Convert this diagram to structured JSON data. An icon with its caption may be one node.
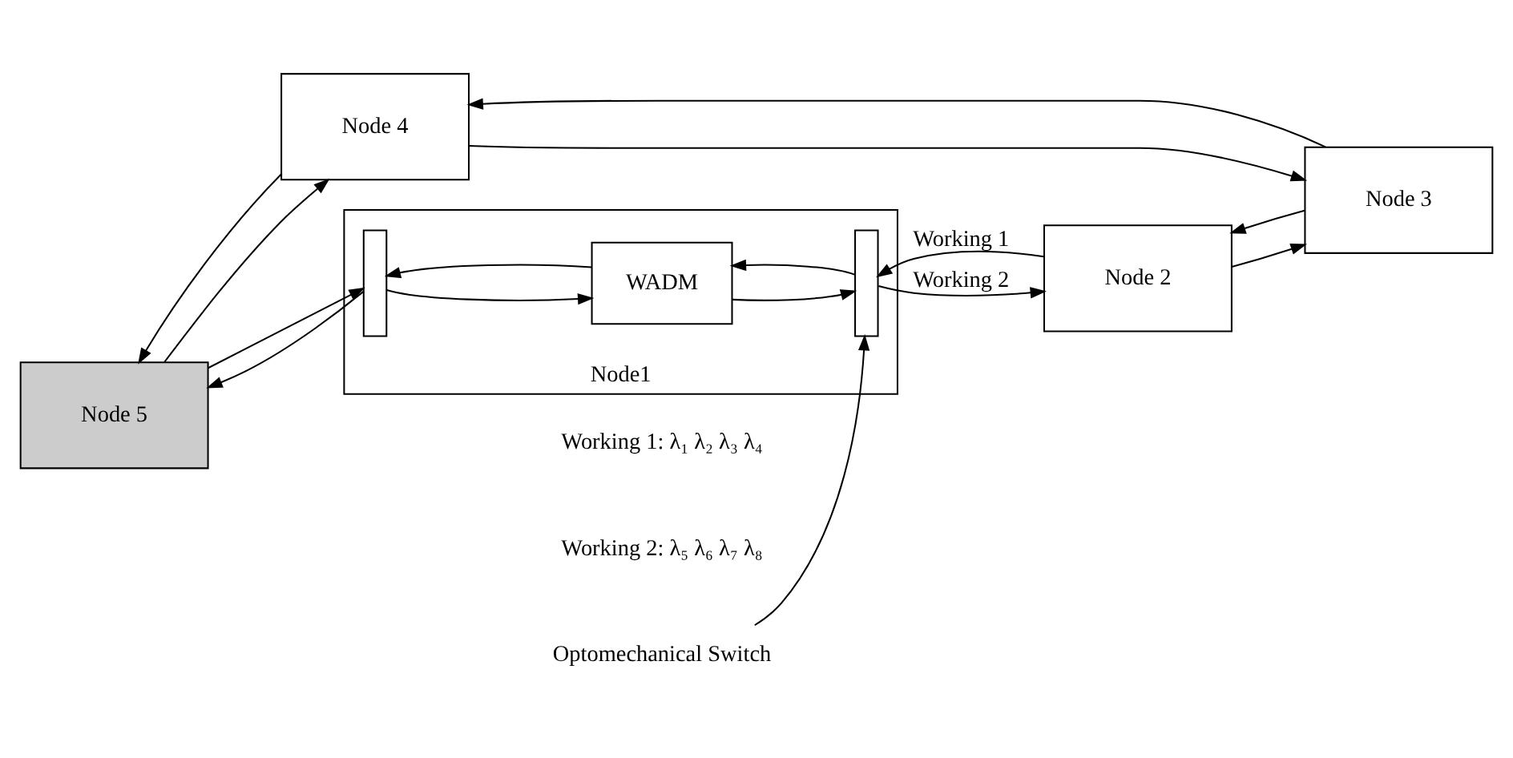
{
  "diagram": {
    "nodes": [
      {
        "text": [
          "Node1"
        ]
      },
      {
        "text": [],
        "shape": "box",
        "in": 0
      },
      {
        "text": [
          "WADM"
        ],
        "in": 0
      },
      {
        "text": [],
        "shape": "box",
        "in": 0
      },
      {
        "text": [
          "Optomechanical Switch"
        ]
      },
      {
        "text": [
          "Node 2"
        ]
      },
      {
        "text": [
          "Node 3"
        ]
      },
      {
        "text": [
          "Node 4"
        ]
      },
      {
        "text": [
          "Node 5"
        ]
      }
    ],
    "edges": [
      {
        "from": 5,
        "to": 3,
        "arrow": "to",
        "label": "Working 1"
      },
      {
        "from": 3,
        "to": 2,
        "arrow": "to"
      },
      {
        "from": 2,
        "to": 1,
        "arrow": "to"
      },
      {
        "from": 1,
        "to": 8,
        "arrow": "to"
      },
      {
        "from": 8,
        "to": 1,
        "arrow": "to"
      },
      {
        "from": 1,
        "to": 2,
        "arrow": "to"
      },
      {
        "from": 2,
        "to": 3,
        "arrow": "to"
      },
      {
        "from": 3,
        "to": 5,
        "arrow": "to",
        "label": "Working 2"
      },
      {
        "from": 4,
        "to": 3,
        "arrow": "to"
      },
      {
        "from": 5,
        "to": 6,
        "arrow": "to"
      },
      {
        "from": 6,
        "to": 5,
        "arrow": "to"
      },
      {
        "from": 6,
        "to": 7,
        "arrow": "to"
      },
      {
        "from": 7,
        "to": 6,
        "arrow": "to"
      },
      {
        "from": 8,
        "to": 7,
        "arrow": "to"
      },
      {
        "from": 7,
        "to": 8,
        "arrow": "to"
      }
    ],
    "labels": [
      "Working 1: λ₁ λ₂ λ₃ λ₄",
      "Working 2: λ₅ λ₆ λ₇ λ₈"
    ]
  }
}
